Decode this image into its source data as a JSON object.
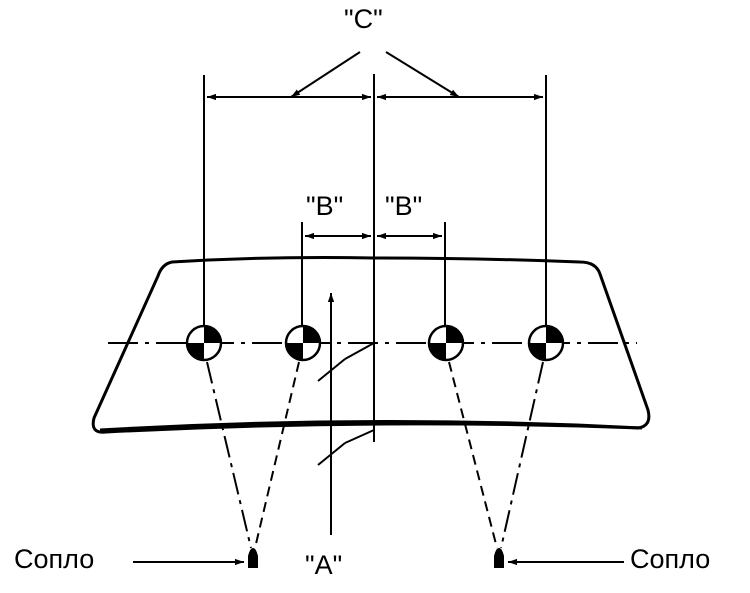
{
  "labels": {
    "c": "\"C\"",
    "b_left": "\"B\"",
    "b_right": "\"B\"",
    "a": "\"A\"",
    "nozzle_left": "Сопло",
    "nozzle_right": "Сопло"
  }
}
